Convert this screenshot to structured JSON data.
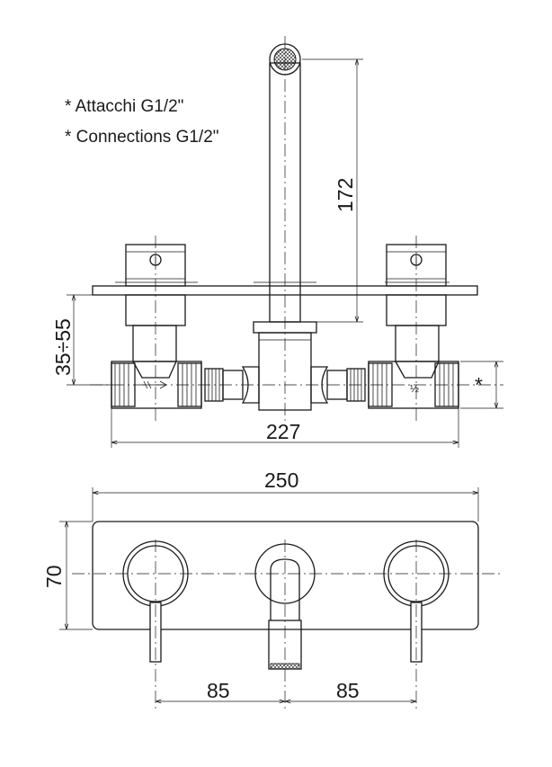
{
  "notes": {
    "line1": "* Attacchi G1/2\"",
    "line2": "* Connections G1/2\""
  },
  "dimensions": {
    "spout_height": "172",
    "connection_depth": "35÷55",
    "connection_marker": "*",
    "connection_width": "227",
    "plate_width": "250",
    "plate_height": "70",
    "left_spacing": "85",
    "right_spacing": "85"
  },
  "valve_labels": {
    "thread_size": "½"
  }
}
